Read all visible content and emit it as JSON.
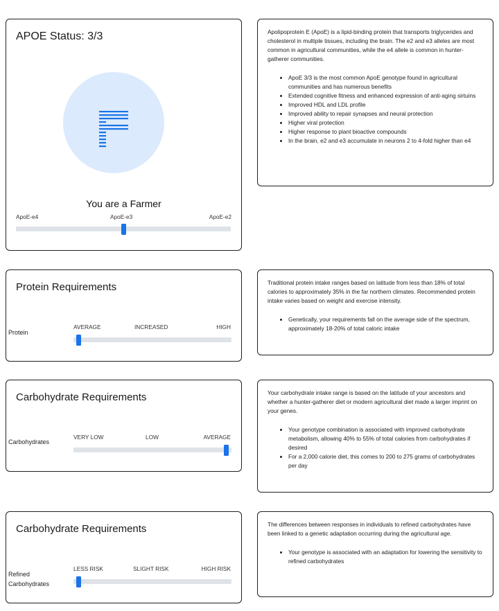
{
  "apoe": {
    "title": "APOE Status: 3/3",
    "icon": "farmer-rake-icon",
    "result": "You are a Farmer",
    "scale": [
      "ApoE-e4",
      "ApoE-e3",
      "ApoE-e2"
    ],
    "level_fraction": 0.5,
    "info": {
      "paragraph": "Apolipoprotein E (ApoE) is a lipid-binding protein that transports triglycerides and cholesterol in multiple tissues, including the brain. The e2 and e3 alleles are most common in agricultural communities, while the e4 allele is common in hunter-gatherer communities.",
      "bullets": [
        "ApoE 3/3 is the most common ApoE genotype found in agricultural communities and has numerous benefits",
        "Extended cognitive fitness and enhanced expression of anti-aging sirtuins",
        "Improved HDL and LDL profile",
        "Improved ability to repair synapses and neural protection",
        "Higher viral protection",
        "Higher response to plant bioactive compounds",
        "In the brain, e2 and e3 accumulate in neurons 2 to 4-fold higher than e4"
      ]
    }
  },
  "protein": {
    "title": "Protein Requirements",
    "row_label": "Protein",
    "scale": [
      "AVERAGE",
      "INCREASED",
      "HIGH"
    ],
    "level_fraction": 0.02,
    "info": {
      "paragraph": "Traditional protein intake ranges based on latitude from less than 18% of total calories to approximately 35% in the far northern climates. Recommended protein intake varies based on weight and exercise intensity.",
      "bullets": [
        "Genetically, your requirements fall on the average side of the spectrum, approximately 18-20% of total caloric intake"
      ]
    }
  },
  "carbs": {
    "title": "Carbohydrate Requirements",
    "row_label": "Carbohydrates",
    "scale": [
      "VERY LOW",
      "LOW",
      "AVERAGE"
    ],
    "level_fraction": 0.98,
    "info": {
      "paragraph": "Your carbohydrate intake range is based on the latitude of your ancestors and whether a hunter-gatherer diet or modern agricultural diet made a larger imprint on your genes.",
      "bullets": [
        "Your genotype combination is associated with improved carbohydrate metabolism, allowing 40% to 55% of total calories from carbohydrates if desired",
        "For a 2,000 calorie diet, this comes to 200 to 275 grams of carbohydrates per day"
      ]
    }
  },
  "refined": {
    "title": "Carbohydrate Requirements",
    "row_label_line1": "Refined",
    "row_label_line2": "Carbohydrates",
    "scale": [
      "LESS RISK",
      "SLIGHT RISK",
      "HIGH RISK"
    ],
    "level_fraction": 0.02,
    "info": {
      "paragraph": "The differences between responses in individuals to refined carbohydrates have been linked to a genetic adaptation occurring during the agricultural age.",
      "bullets": [
        "Your genotype is associated with an adaptation for lowering the sensitivity to refined carbohydrates"
      ]
    }
  },
  "colors": {
    "accent": "#1a73e8",
    "track": "#dfe3e8",
    "circle": "#dbeafc"
  }
}
